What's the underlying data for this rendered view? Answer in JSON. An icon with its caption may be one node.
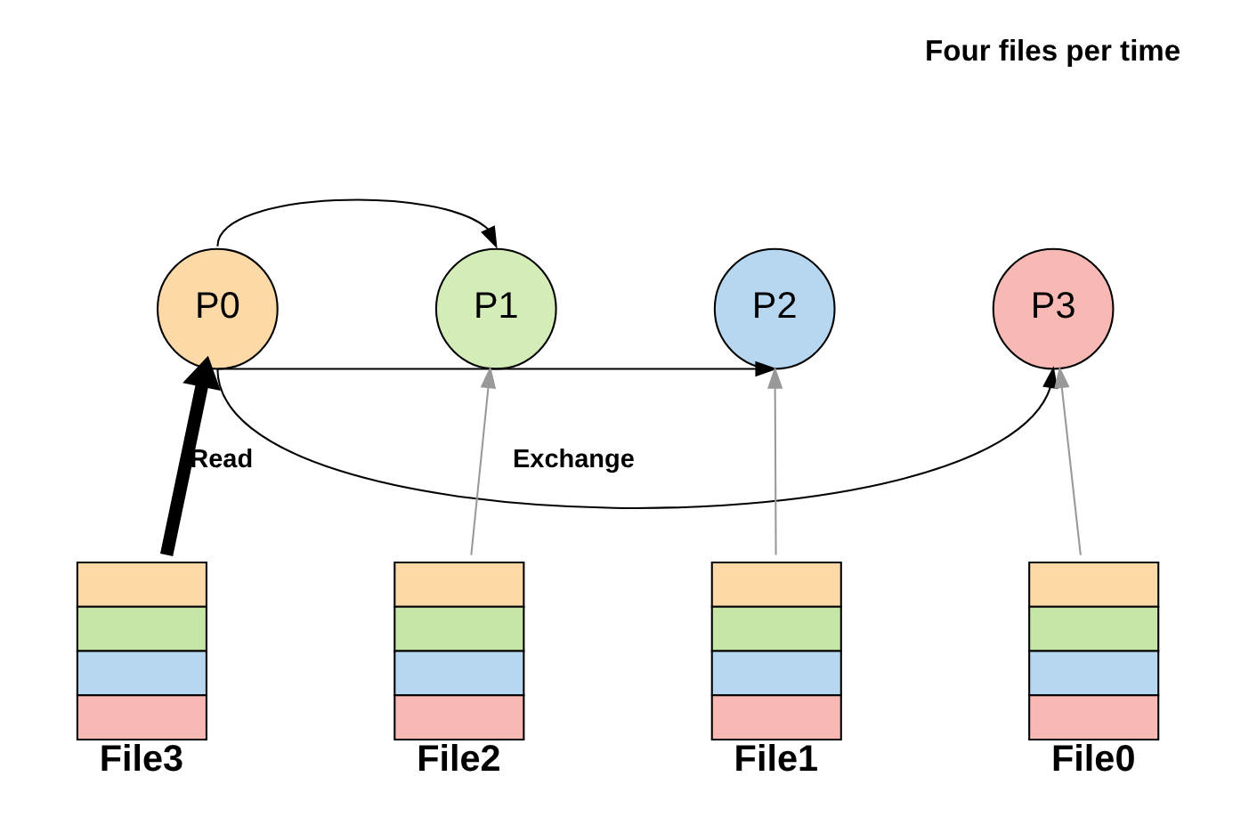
{
  "diagram": {
    "nodes": [
      {
        "text": [
          "P0"
        ]
      },
      {
        "text": [
          "P1"
        ]
      },
      {
        "text": [
          "P2"
        ]
      },
      {
        "text": [
          "P3"
        ]
      },
      {
        "text": [],
        "shape": "box",
        "beside": [
          "File3"
        ]
      },
      {
        "text": [],
        "shape": "box",
        "beside": [
          "File2"
        ]
      },
      {
        "text": [],
        "shape": "box",
        "beside": [
          "File1"
        ]
      },
      {
        "text": [],
        "shape": "box",
        "beside": [
          "File0"
        ]
      }
    ],
    "edges": [
      {
        "from": 4,
        "to": 0,
        "arrow": "to",
        "style": "thick",
        "label": "Read"
      },
      {
        "from": 5,
        "to": 1,
        "arrow": "to",
        "color": "#999999"
      },
      {
        "from": 6,
        "to": 2,
        "arrow": "to",
        "color": "#999999"
      },
      {
        "from": 7,
        "to": 3,
        "arrow": "to",
        "color": "#999999"
      },
      {
        "from": 0,
        "to": 1,
        "arrow": "to"
      },
      {
        "from": 0,
        "to": 2,
        "arrow": "to",
        "label": "Exchange"
      },
      {
        "from": 0,
        "to": 3,
        "arrow": "to"
      }
    ],
    "labels": [
      "Four files per time"
    ]
  }
}
